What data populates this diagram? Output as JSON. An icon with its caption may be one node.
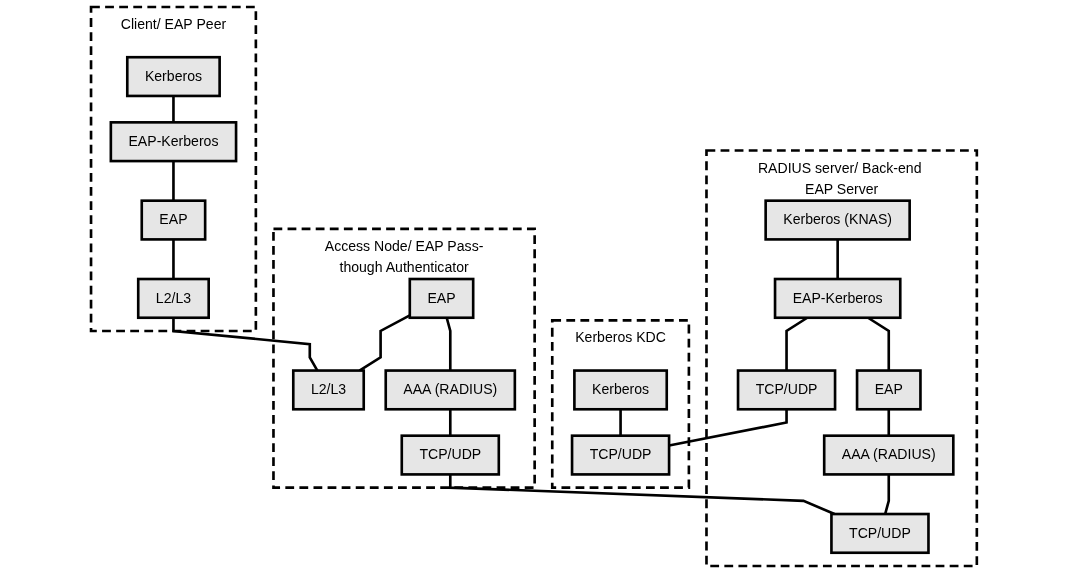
{
  "diagram": {
    "nodes": [
      {
        "text": [
          "Client/ EAP Peer"
        ]
      },
      {
        "text": [
          "Kerberos"
        ],
        "in": 0
      },
      {
        "text": [
          "EAP-Kerberos"
        ],
        "in": 0
      },
      {
        "text": [
          "EAP"
        ],
        "in": 0
      },
      {
        "text": [
          "L2/L3"
        ],
        "in": 0
      },
      {
        "text": [
          "Access Node/ EAP Pass-though Authenticator"
        ]
      },
      {
        "text": [
          "EAP"
        ],
        "in": 5
      },
      {
        "text": [
          "AAA (RADIUS)"
        ],
        "in": 5
      },
      {
        "text": [
          "TCP/UDP"
        ],
        "in": 5
      },
      {
        "text": [
          "L2/L3"
        ],
        "in": 5
      },
      {
        "text": [
          "RADIUS server/ Back-end EAP Server"
        ]
      },
      {
        "text": [
          "Kerberos (KNAS)"
        ],
        "in": 10
      },
      {
        "text": [
          "EAP-Kerberos"
        ],
        "in": 10
      },
      {
        "text": [
          "EAP"
        ],
        "in": 10
      },
      {
        "text": [
          "AAA (RADIUS)"
        ],
        "in": 10
      },
      {
        "text": [
          "TCP/UDP"
        ],
        "in": 10
      },
      {
        "text": [
          "TCP/UDP"
        ],
        "in": 10
      },
      {
        "text": [
          "Kerberos KDC"
        ]
      },
      {
        "text": [
          "Kerberos"
        ],
        "in": 17
      },
      {
        "text": [
          "TCP/UDP"
        ],
        "in": 17
      }
    ],
    "edges": [
      {
        "from": 1,
        "to": 2,
        "arrow": "none"
      },
      {
        "from": 2,
        "to": 3,
        "arrow": "none"
      },
      {
        "from": 3,
        "to": 4,
        "arrow": "none"
      },
      {
        "from": 4,
        "to": 9,
        "arrow": "none"
      },
      {
        "from": 6,
        "to": 9,
        "arrow": "none"
      },
      {
        "from": 6,
        "to": 7,
        "arrow": "none"
      },
      {
        "from": 7,
        "to": 8,
        "arrow": "none"
      },
      {
        "from": 8,
        "to": 15,
        "arrow": "none"
      },
      {
        "from": 14,
        "to": 15,
        "arrow": "none"
      },
      {
        "from": 13,
        "to": 14,
        "arrow": "none"
      },
      {
        "from": 12,
        "to": 13,
        "arrow": "none"
      },
      {
        "from": 11,
        "to": 12,
        "arrow": "none"
      },
      {
        "from": 12,
        "to": 16,
        "arrow": "none"
      },
      {
        "from": 16,
        "to": 19,
        "arrow": "none"
      },
      {
        "from": 18,
        "to": 19,
        "arrow": "none"
      }
    ]
  }
}
